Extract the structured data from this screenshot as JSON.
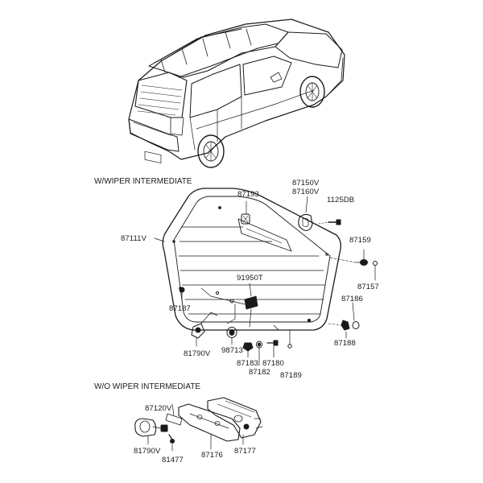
{
  "sections": {
    "with_wiper": "W/WIPER INTERMEDIATE",
    "without_wiper": "W/O WIPER INTERMEDIATE"
  },
  "labels": {
    "p87193": "87193",
    "p87150v": "87150V",
    "p87160v": "87160V",
    "p1125db": "1125DB",
    "p87111v": "87111V",
    "p87159": "87159",
    "p87157": "87157",
    "p91950t": "91950T",
    "p87187": "87187",
    "p87186": "87186",
    "p87188": "87188",
    "p81790v_top": "81790V",
    "p98713": "98713",
    "p87183": "87183",
    "p87182": "87182",
    "p87180": "87180",
    "p87189": "87189",
    "p87120v": "87120V",
    "p81790v_bottom": "81790V",
    "p81477": "81477",
    "p87176": "87176",
    "p87177": "87177"
  }
}
